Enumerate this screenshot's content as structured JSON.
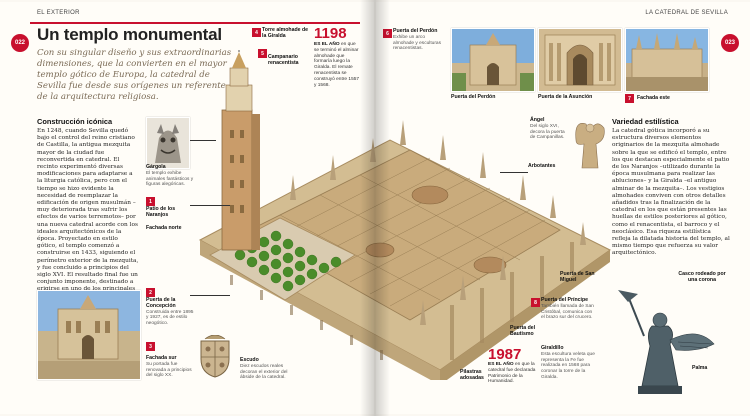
{
  "header": {
    "left": "EL EXTERIOR",
    "right": "LA CATEDRAL DE SEVILLA",
    "page_left": "022",
    "page_right": "023"
  },
  "title": "Un templo monumental",
  "lead": "Con su singular diseño y sus extraordinarias dimensiones, que la convierten en el mayor templo gótico de Europa, la catedral de Sevilla fue desde sus orígenes un referente de la arquitectura religiosa.",
  "left_section": {
    "title": "Construcción icónica",
    "text": "En 1248, cuando Sevilla quedó bajo el control del reino cristiano de Castilla, la antigua mezquita mayor de la ciudad fue reconvertida en catedral. El recinto experimentó diversas modificaciones para adaptarse a la liturgia católica, pero con el tiempo se hizo evidente la necesidad de reemplazar la edificación de origen musulmán –muy deteriorada tras sufrir los efectos de varios terremotos– por una nueva catedral acorde con los ideales arquitectónicos de la época. Proyectado en estilo gótico, el templo comenzó a construirse en 1433, siguiendo el perímetro exterior de la mezquita, y fue concluido a principios del siglo XVI. El resultado final fue un conjunto imponente, destinado a erigirse en uno de los principales símbolos de la ciudad."
  },
  "right_section": {
    "title": "Variedad estilística",
    "text": "La catedral gótica incorporó a su estructura diversos elementos originarios de la mezquita almohade sobre la que se edificó el templo, entre los que destacan especialmente el patio de los Naranjos –utilizado durante la época musulmana para realizar las abluciones– y la Giralda –el antiguo alminar de la mezquita–. Los vestigios almohades conviven con otros detalles añadidos tras la finalización de la catedral en los que están presentes las huellas de estilos posteriores al gótico, como el renacentista, el barroco y el neoclásico. Esa riqueza estilística refleja la dilatada historia del templo, al mismo tiempo que refuerza su valor arquitectónico."
  },
  "years": [
    {
      "year": "1198",
      "label": "ES EL AÑO",
      "text": "en que se terminó el alminar almohade que formaría luego la Giralda. El remate renacentista se construyó entre 1557 y 1568."
    },
    {
      "year": "1987",
      "label": "ES EL AÑO",
      "text": "en que la catedral fue declarada Patrimonio de la Humanidad."
    }
  ],
  "callouts": {
    "gargola": {
      "title": "Gárgola",
      "text": "El templo exhibe animales fantásticos y figuras alegóricas."
    },
    "patio": {
      "num": "1",
      "title": "Patio de los Naranjos"
    },
    "fachada_norte": {
      "title": "Fachada norte"
    },
    "concepcion": {
      "num": "2",
      "title": "Puerta de la Concepción",
      "text": "Construida entre 1895 y 1927, es de estilo neogótico."
    },
    "fachada_sur": {
      "num": "3",
      "title": "Fachada sur",
      "text": "Su portada fue renovada a principios del siglo XX."
    },
    "escudo": {
      "title": "Escudo",
      "text": "Diez escudos reales decoran el exterior del ábside de la catedral."
    },
    "torre": {
      "num": "4",
      "title": "Torre almohade de la Giralda"
    },
    "campanario": {
      "num": "5",
      "title": "Campanario renacentista"
    },
    "perdon": {
      "num": "6",
      "title": "Puerta del Perdón",
      "text": "Exhibe un arco almohade y esculturas renacentistas."
    },
    "angel": {
      "title": "Ángel",
      "text": "Del siglo XVI, decora la puerta de Campanillas."
    },
    "arbotantes": {
      "title": "Arbotantes"
    },
    "principe": {
      "num": "8",
      "title": "Puerta del Príncipe",
      "text": "También llamada de San Cristóbal, comunica con el brazo sur del crucero."
    },
    "baptismo": {
      "title": "Puerta del Bautismo"
    },
    "pilastras": {
      "title": "Pilastras adosadas"
    },
    "san_miguel": {
      "title": "Puerta de San Miguel"
    },
    "giraldillo": {
      "title": "Giraldillo",
      "text": "Esta escultura veleta que representa la Fe fue realizada en 1568 para coronar la torre de la Giralda."
    },
    "casco": {
      "title": "Casco rodeado por una corona"
    },
    "palma": {
      "title": "Palma"
    }
  },
  "photos": [
    {
      "label": "Puerta del Perdón"
    },
    {
      "label": "Puerta de la Asunción"
    },
    {
      "num": "7",
      "label": "Fachada este"
    }
  ],
  "colors": {
    "accent": "#c8102e",
    "stone": "#d8c29a",
    "roof": "#b98c5a",
    "tree": "#4a8c2a"
  }
}
